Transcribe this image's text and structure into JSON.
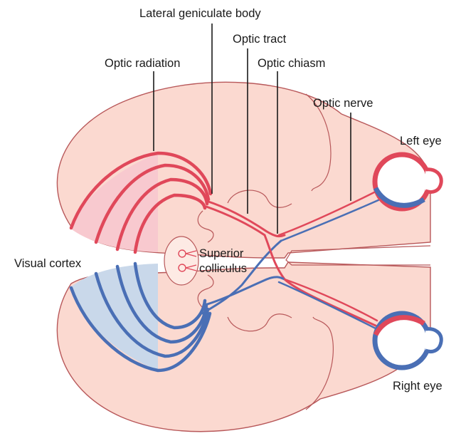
{
  "labels": {
    "lateral_geniculate_body": "Lateral geniculate body",
    "optic_tract": "Optic tract",
    "optic_radiation": "Optic radiation",
    "optic_chiasm": "Optic chiasm",
    "optic_nerve": "Optic nerve",
    "left_eye": "Left eye",
    "right_eye": "Right eye",
    "visual_cortex": "Visual cortex",
    "superior_colliculus_line1": "Superior",
    "superior_colliculus_line2": "colliculus"
  },
  "colors": {
    "brain_fill": "#fbd9d0",
    "brain_outline": "#b8585a",
    "left_pathway_red": "#e0485a",
    "right_pathway_blue": "#4a6fb5",
    "left_cortex_fill": "#f8c9cf",
    "right_cortex_fill": "#c9d8ea",
    "label_text": "#1a1a1a"
  }
}
